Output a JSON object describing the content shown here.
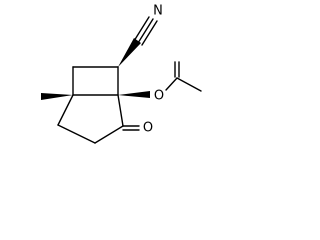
{
  "structure": {
    "labels": {
      "nitrile_n": "N",
      "ester_o": "O",
      "ketone_o": "O"
    }
  }
}
